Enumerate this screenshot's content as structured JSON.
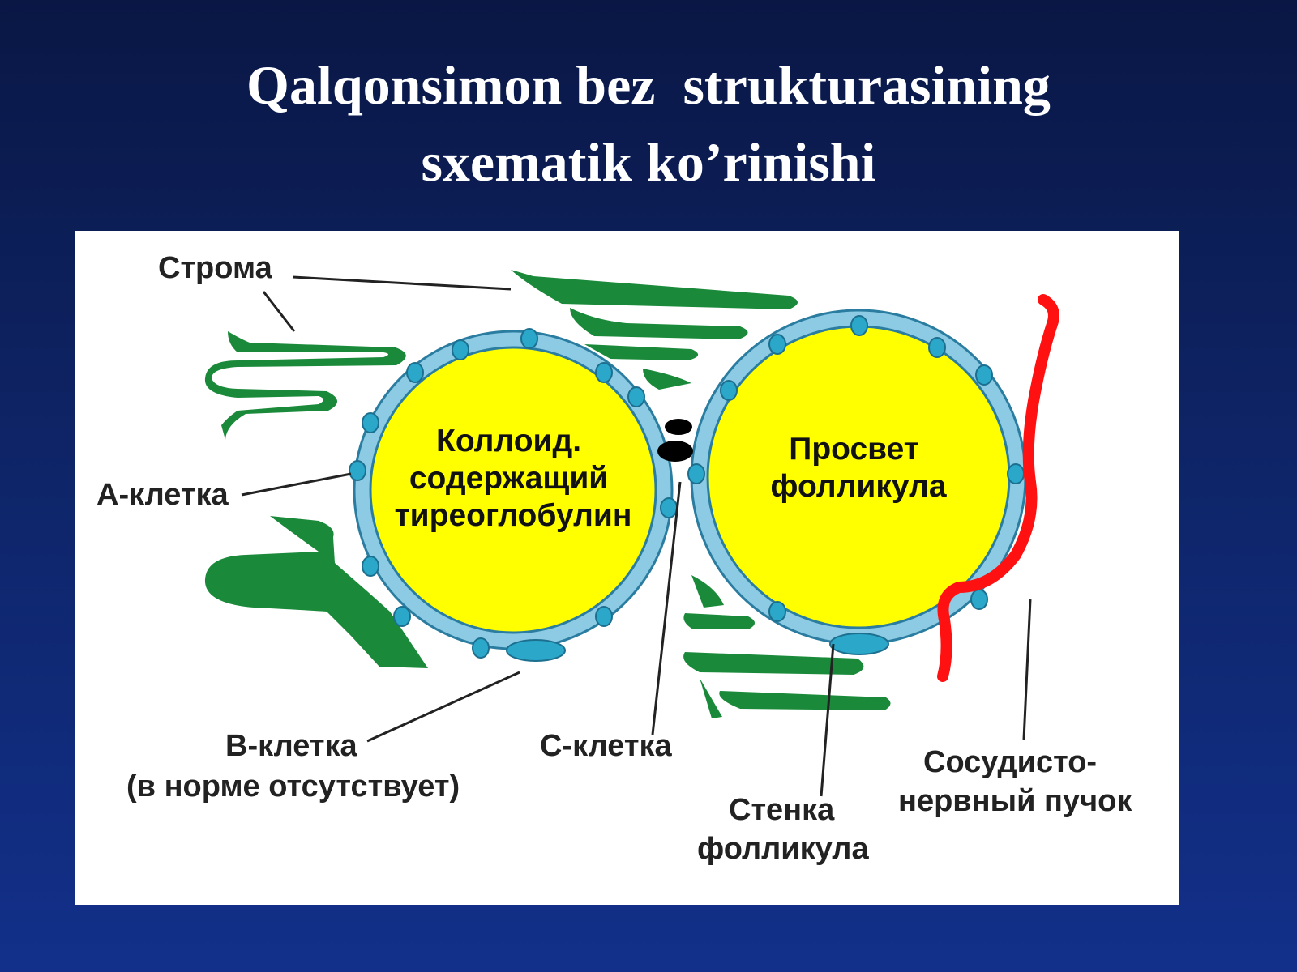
{
  "slide": {
    "title_lines": [
      "Qalqonsimon bez  strukturasining",
      "sxematik ko’rinishi"
    ]
  },
  "diagram": {
    "colors": {
      "background": "#0e2466",
      "panel": "#ffffff",
      "colloid": "#ffff00",
      "follicle_wall": "#8ccbe3",
      "wall_cells": "#2aa7c9",
      "stroma": "#1a8a3a",
      "vessel": "#ff1111",
      "c_cell": "#000000"
    },
    "follicle_left": {
      "lines": [
        "Коллоид.",
        "содержащий",
        "тиреоглобулин"
      ]
    },
    "follicle_right": {
      "lines": [
        "Просвет",
        "фолликула"
      ]
    },
    "labels": {
      "stroma": "Строма",
      "a_cell": "А-клетка",
      "b_cell_line1": "В-клетка",
      "b_cell_line2": "(в норме отсутствует)",
      "c_cell": "С-клетка",
      "wall_line1": "Стенка",
      "wall_line2": "фолликула",
      "bundle_line1": "Сосудисто-",
      "bundle_line2": "нервный пучок"
    }
  }
}
